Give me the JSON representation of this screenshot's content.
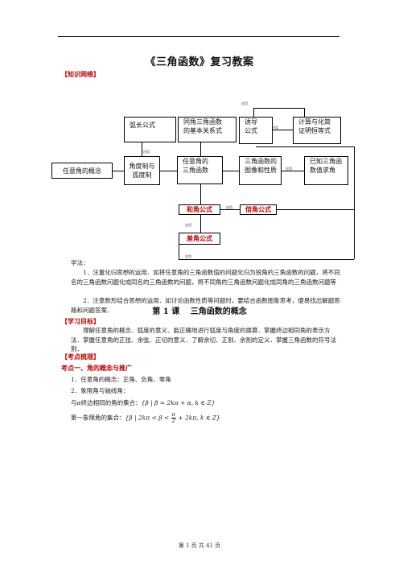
{
  "doc": {
    "title": "《三角函数》复习教案",
    "section_network": "【知识网络】",
    "diagram": {
      "arc_formula": "弧长公式",
      "same_angle": [
        "同角三角函数",
        "的基本关系式"
      ],
      "induction": [
        "诱导",
        "公式"
      ],
      "calc": [
        "计算与化简",
        "证明恒等式"
      ],
      "any_angle_concept": "任意角的概念",
      "angle_radian": [
        "角度制与",
        "弧度制"
      ],
      "trig_func": [
        "任意角的",
        "三角函数"
      ],
      "graph": [
        "三角函数的",
        "图像和性质"
      ],
      "known_value": [
        "已知三角函",
        "数值求角"
      ],
      "sum_formula": "和角公式",
      "double_formula": "倍角公式",
      "diff_formula": "差角公式",
      "tag": "应用"
    },
    "study_method_label": "学法：",
    "method_1": "1．注重化归思想的运用．如将任意角的三角函数值的问题化归为锐角的三角函数的问题，将不同名的三角函数问题化成同名的三角函数的问题，将不同角的三角函数问题化成同角的三角函数问题等",
    "method_2": "2．注意数形结合思想的运用．如讨论函数性质等问题时，要结合函数图象思考，便易找出解题思路和问题答案．",
    "lesson_title": "第 1 课　 三角函数的概念",
    "section_goal": "【学习目标】",
    "goal_text": "理解任意角的概念、弧度的意义．能正确地进行弧度与角度的换算．掌握终边相同角的表示方法．掌握任意角的正弦、余弦、正切的意义．了解余切、正割、余割的定义．掌握三角函数的符号法则．",
    "section_points": "【考点梳理】",
    "point_1": "考点一、角的概念与推广",
    "item_1": "1．任意角的概念：正角、负角、零角",
    "item_2": "2．象限角与轴线角：",
    "item_3_prefix": "与",
    "item_3_alpha": "α",
    "item_3_mid": "终边相同的角的集合：",
    "item_3_set": "{β | β = 2kπ + α, k ∈ Z}",
    "item_4_prefix": "第一象限角的集合：",
    "item_4_set_a": "{β | 2kπ < β <",
    "item_4_frac_num": "π",
    "item_4_frac_den": "2",
    "item_4_set_b": "+ 2kπ, k ∈ Z}",
    "footer": "第 1 页 共 41 页"
  }
}
